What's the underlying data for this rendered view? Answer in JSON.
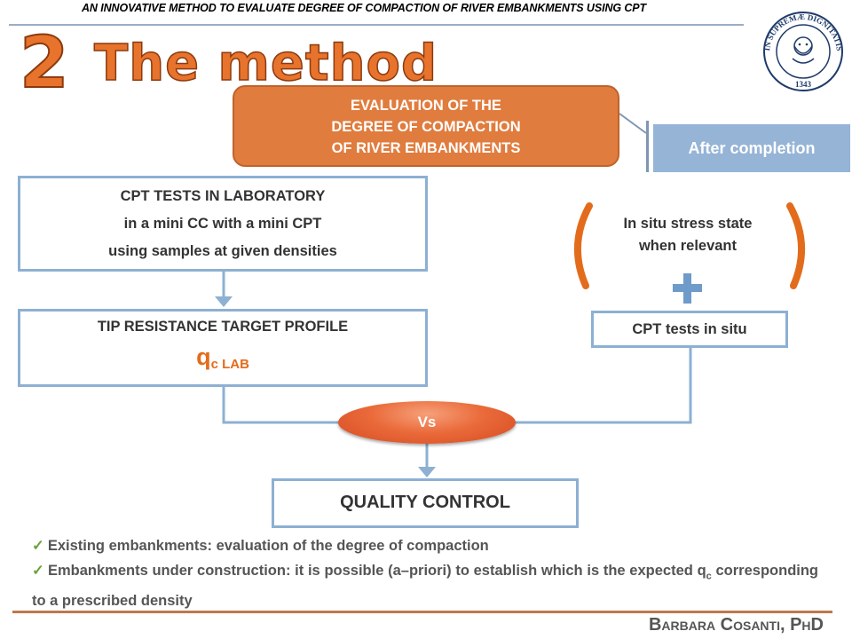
{
  "header": {
    "title": "AN INNOVATIVE METHOD TO EVALUATE DEGREE OF COMPACTION OF RIVER  EMBANKMENTS USING CPT"
  },
  "section": {
    "number": "2",
    "title": "The method"
  },
  "seal": {
    "text_top": "IN SUPREMÆ DIGNITATIS",
    "year": "1343"
  },
  "flow": {
    "evaluation_lines": [
      "EVALUATION OF THE",
      "DEGREE OF COMPACTION",
      "OF RIVER EMBANKMENTS"
    ],
    "after_completion": "After completion",
    "lab_lines": [
      "CPT  TESTS IN LABORATORY",
      "in a mini CC with a mini CPT",
      "using samples at given densities"
    ],
    "target_label": "TIP RESISTANCE TARGET PROFILE",
    "qc_symbol": "q",
    "qc_subscript": "c LAB",
    "insitu_stress_lines": [
      "In situ stress state",
      "when relevant"
    ],
    "plus_symbol": "+",
    "cpt_insitu": "CPT  tests in situ",
    "vs": "Vs",
    "quality_control": "QUALITY CONTROL"
  },
  "bullets": [
    {
      "text": "Existing embankments: evaluation of the degree of compaction"
    },
    {
      "text_before": "Embankments under construction: it is possible (a–priori) to establish which is the expected q",
      "sub": "c",
      "text_after": " corresponding to a prescribed density"
    }
  ],
  "footer": {
    "author": "Barbara Cosanti, PhD"
  },
  "colors": {
    "accent_orange": "#e07c3e",
    "box_border_blue": "#8db0d3",
    "after_box_blue": "#95b4d6",
    "check_green": "#6aa13c"
  }
}
